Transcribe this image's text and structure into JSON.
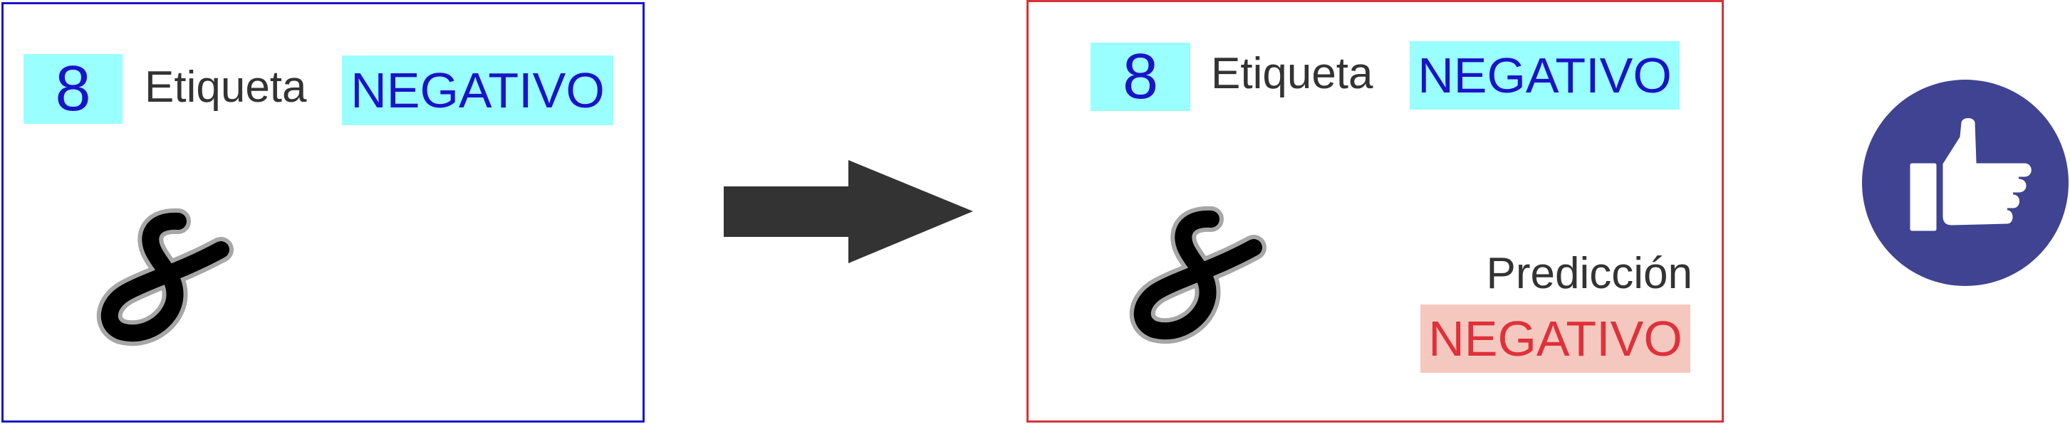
{
  "colors": {
    "left_border": "#1a14c8",
    "right_border": "#d6333a",
    "label_highlight": "#99ffff",
    "label_text": "#1a14c8",
    "prediction_highlight": "#f4c8bf",
    "prediction_text": "#e0303a",
    "plain_text": "#333333",
    "arrow": "#333333",
    "thumbs_circle": "#3f4391",
    "thumbs_hand": "#ffffff"
  },
  "left_panel": {
    "digit": "8",
    "label_caption": "Etiqueta",
    "label_value": "NEGATIVO",
    "image_icon": "handwritten-digit-8"
  },
  "arrow_icon": "right-arrow",
  "right_panel": {
    "digit": "8",
    "label_caption": "Etiqueta",
    "label_value": "NEGATIVO",
    "image_icon": "handwritten-digit-8",
    "prediction_caption": "Predicción",
    "prediction_value": "NEGATIVO"
  },
  "result_icon": "thumbs-up"
}
